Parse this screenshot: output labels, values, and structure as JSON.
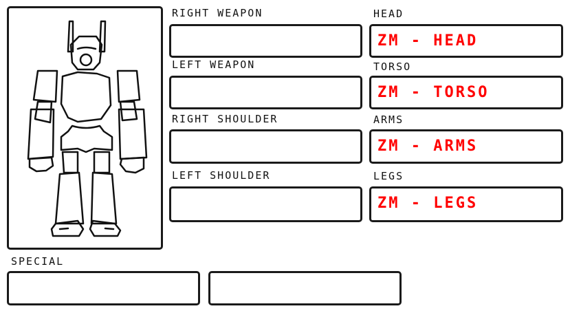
{
  "slots": {
    "right_weapon": {
      "label": "RIGHT WEAPON",
      "value": ""
    },
    "left_weapon": {
      "label": "LEFT WEAPON",
      "value": ""
    },
    "right_shoulder": {
      "label": "RIGHT SHOULDER",
      "value": ""
    },
    "left_shoulder": {
      "label": "LEFT SHOULDER",
      "value": ""
    },
    "head": {
      "label": "HEAD",
      "value": "ZM - HEAD"
    },
    "torso": {
      "label": "TORSO",
      "value": "ZM - TORSO"
    },
    "arms": {
      "label": "ARMS",
      "value": "ZM - ARMS"
    },
    "legs": {
      "label": "LEGS",
      "value": "ZM - LEGS"
    },
    "special": {
      "label": "SPECIAL",
      "value_1": "",
      "value_2": ""
    }
  },
  "colors": {
    "accent": "#ff0000",
    "border": "#1a1a1a"
  }
}
